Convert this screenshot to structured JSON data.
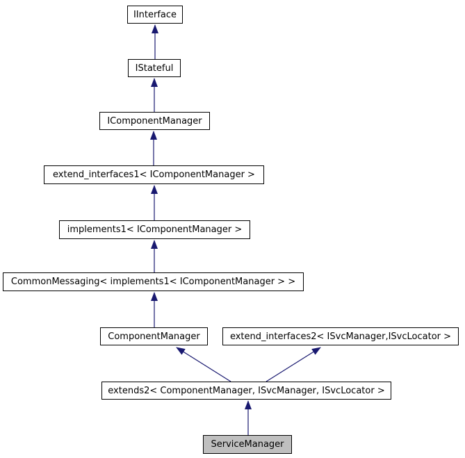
{
  "diagram": {
    "type": "class-inheritance-graph",
    "subject": "ServiceManager",
    "colors": {
      "background": "#ffffff",
      "arrow": "#191970",
      "node_border": "#000000",
      "node_fill": "#ffffff",
      "highlighted_node_fill": "#bfbfbf",
      "text": "#000000"
    },
    "nodes": [
      {
        "id": "IInterface",
        "label": "IInterface",
        "highlighted": false
      },
      {
        "id": "IStateful",
        "label": "IStateful",
        "highlighted": false
      },
      {
        "id": "IComponentManager",
        "label": "IComponentManager",
        "highlighted": false
      },
      {
        "id": "extend_interfaces1",
        "label": "extend_interfaces1< IComponentManager >",
        "highlighted": false
      },
      {
        "id": "implements1",
        "label": "implements1< IComponentManager >",
        "highlighted": false
      },
      {
        "id": "CommonMessaging",
        "label": "CommonMessaging< implements1< IComponentManager > >",
        "highlighted": false
      },
      {
        "id": "ComponentManager",
        "label": "ComponentManager",
        "highlighted": false
      },
      {
        "id": "extend_interfaces2",
        "label": "extend_interfaces2< ISvcManager,ISvcLocator >",
        "highlighted": false
      },
      {
        "id": "extends2",
        "label": "extends2< ComponentManager, ISvcManager, ISvcLocator >",
        "highlighted": false
      },
      {
        "id": "ServiceManager",
        "label": "ServiceManager",
        "highlighted": true
      }
    ],
    "edges": [
      {
        "from": "IStateful",
        "to": "IInterface"
      },
      {
        "from": "IComponentManager",
        "to": "IStateful"
      },
      {
        "from": "extend_interfaces1",
        "to": "IComponentManager"
      },
      {
        "from": "implements1",
        "to": "extend_interfaces1"
      },
      {
        "from": "CommonMessaging",
        "to": "implements1"
      },
      {
        "from": "ComponentManager",
        "to": "CommonMessaging"
      },
      {
        "from": "extends2",
        "to": "ComponentManager"
      },
      {
        "from": "extends2",
        "to": "extend_interfaces2"
      },
      {
        "from": "ServiceManager",
        "to": "extends2"
      }
    ]
  }
}
